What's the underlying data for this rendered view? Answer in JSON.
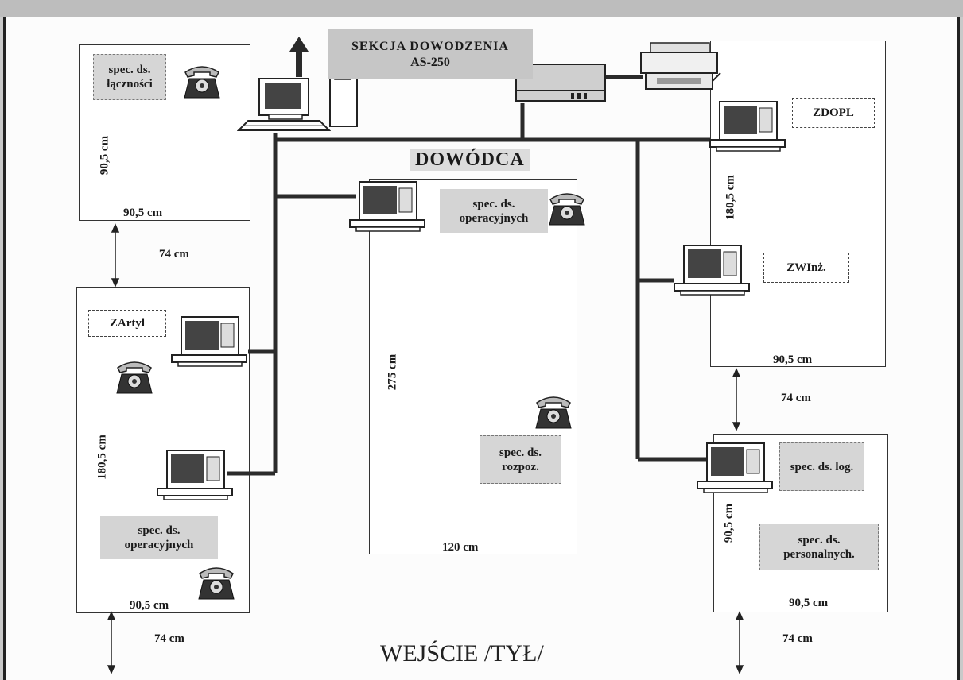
{
  "rooms": {
    "top_left": {
      "label": "spec. ds. łączności",
      "width": "90,5 cm",
      "height": "90,5 cm"
    },
    "mid_left": {
      "tag": "ZArtyl",
      "label": "spec. ds. operacyjnych",
      "width": "90,5 cm",
      "height": "180,5 cm"
    },
    "center": {
      "header": "DOWÓDCA",
      "label_top": "spec. ds. operacyjnych",
      "label_bottom": "spec. ds. rozpoz.",
      "width": "120 cm",
      "height": "275 cm"
    },
    "top_right": {
      "tag_top": "ZDOPL",
      "tag_mid": "ZWInż.",
      "width": "90,5 cm",
      "height": "180,5 cm"
    },
    "bottom_right": {
      "label_top": "spec. ds. log.",
      "label_bottom": "spec. ds. personalnych.",
      "width": "90,5 cm",
      "height": "90,5 cm"
    }
  },
  "command_section": {
    "line1": "SEKCJA DOWODZENIA",
    "line2": "AS-250"
  },
  "gaps": {
    "left_upper": "74 cm",
    "left_lower": "74 cm",
    "right_upper": "74 cm",
    "right_lower": "74 cm"
  },
  "exit_label": "WEJŚCIE /TYŁ/",
  "icons": [
    "computer-icon",
    "telephone-icon",
    "server-icon",
    "printer-icon",
    "network-hub-icon",
    "arrow-up-icon"
  ]
}
